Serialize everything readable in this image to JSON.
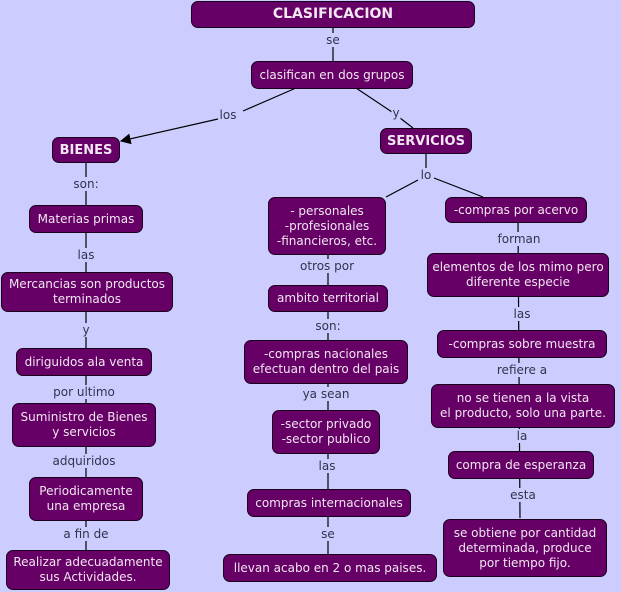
{
  "colors": {
    "background": "#ccccff",
    "node_fill": "#660066",
    "node_text": "#f2e6f2",
    "link_text": "#33334d",
    "line": "#000000"
  },
  "nodes": {
    "clasificacion": "CLASIFICACION",
    "dos_grupos": "clasifican en dos grupos",
    "bienes": "BIENES",
    "servicios": "SERVICIOS",
    "materias_primas": "Materias primas",
    "mercancias": "Mercancias son productos\nterminados",
    "dirigidos": "diriguidos ala venta",
    "suministro": "Suministro de Bienes\ny servicios",
    "periodicamente": "Periodicamente\nuna empresa",
    "realizar": "Realizar adecuadamente\nsus Actividades.",
    "personales": "- personales\n-profesionales\n-financieros, etc.",
    "ambito": "ambito territorial",
    "nacionales": "-compras nacionales\nefectuan dentro del pais",
    "sector": "-sector privado\n-sector publico",
    "internacionales": "compras internacionales",
    "llevan": "llevan acabo  en 2 o mas paises.",
    "acervo": "-compras por acervo",
    "elementos": "elementos de los mimo pero\ndiferente especie",
    "muestra": "-compras sobre muestra",
    "no_vista": "no se tienen a la vista\nel producto, solo una parte.",
    "esperanza": "compra de esperanza",
    "obtiene": "se obtiene por cantidad\ndeterminada, produce\npor tiempo fijo."
  },
  "links": {
    "se1": "se",
    "los": "los",
    "y1": "y",
    "son1": "son:",
    "las1": "las",
    "y2": "y",
    "por_ultimo": "por ultimo",
    "adquiridos": "adquiridos",
    "a_fin_de": "a fin de",
    "lo": "lo",
    "otros_por": "otros por",
    "son2": "son:",
    "ya_sean": "ya sean",
    "las2": "las",
    "se2": "se",
    "forman": "forman",
    "las3": "las",
    "refiere_a": "refiere a",
    "la": "la",
    "esta": "esta"
  }
}
